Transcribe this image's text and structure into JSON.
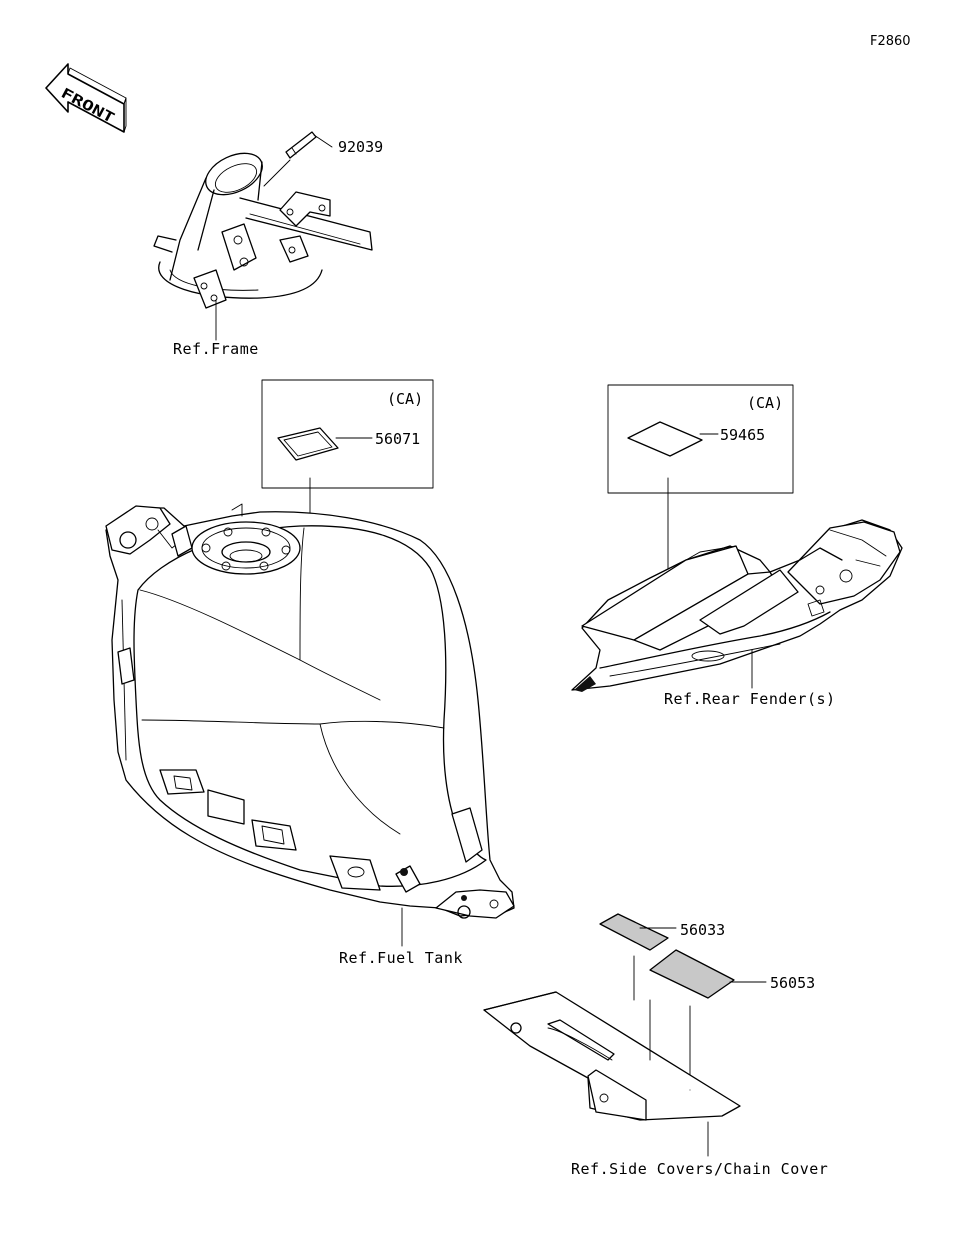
{
  "figure_code": "F2860",
  "direction_arrow": {
    "label": "FRONT",
    "icon": "front-arrow-icon"
  },
  "parts": [
    {
      "number": "92039"
    },
    {
      "number": "56071"
    },
    {
      "number": "59465"
    },
    {
      "number": "56033"
    },
    {
      "number": "56053"
    }
  ],
  "region_boxes": [
    {
      "tag": "(CA)"
    },
    {
      "tag": "(CA)"
    }
  ],
  "references": [
    {
      "label": "Ref.Frame"
    },
    {
      "label": "Ref.Rear Fender(s)"
    },
    {
      "label": "Ref.Fuel Tank"
    },
    {
      "label": "Ref.Side Covers/Chain Cover"
    }
  ]
}
